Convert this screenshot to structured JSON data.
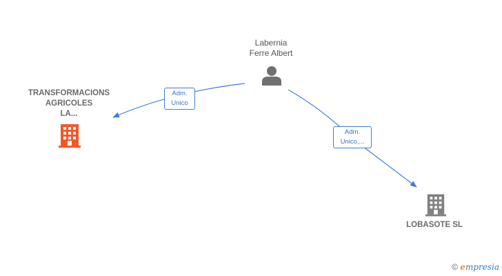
{
  "person": {
    "line1": "Labernia",
    "line2": "Ferre Albert",
    "icon": "person-icon"
  },
  "companies": [
    {
      "line1": "TRANSFORMACIONS",
      "line2": "AGRICOLES",
      "line3": "LA...",
      "icon": "building-icon",
      "color": "#f05a28"
    },
    {
      "line1": "LOBASOTE SL",
      "icon": "building-icon",
      "color": "#808080"
    }
  ],
  "edges": [
    {
      "line1": "Adm.",
      "line2": "Unico"
    },
    {
      "line1": "Adm.",
      "line2": "Unico,..."
    }
  ],
  "colors": {
    "edge": "#3f7fd4",
    "person": "#707070"
  },
  "watermark": {
    "copyright": "©",
    "brand_first": "e",
    "brand_rest": "mpresia"
  }
}
